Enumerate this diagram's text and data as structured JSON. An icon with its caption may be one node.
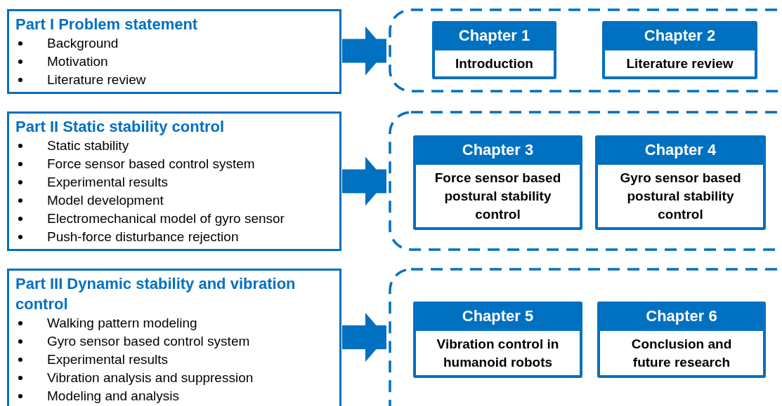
{
  "diagram": {
    "nodes": [
      {
        "text": [
          "Part I Problem statement",
          "Background",
          "Motivation",
          "Literature review"
        ]
      },
      {
        "text": [],
        "shape": "box"
      },
      {
        "text": [
          "Chapter 1",
          "Introduction"
        ],
        "in": 1
      },
      {
        "text": [
          "Chapter 2",
          "Literature review"
        ],
        "in": 1
      },
      {
        "text": [
          "Part II Static stability control",
          "Static stability",
          "Force sensor based control system",
          "Experimental results",
          "Model development",
          "Electromechanical model of gyro sensor",
          "Push-force disturbance rejection"
        ]
      },
      {
        "text": [],
        "shape": "box"
      },
      {
        "text": [
          "Chapter 3",
          "Force sensor based postural stability control"
        ],
        "in": 5
      },
      {
        "text": [
          "Chapter 4",
          "Gyro sensor based postural stability control"
        ],
        "in": 5
      },
      {
        "text": [
          "Part III Dynamic stability and vibration control",
          "Walking pattern modeling",
          "Gyro sensor based control system",
          "Experimental results",
          "Vibration analysis and suppression",
          "Modeling and analysis"
        ]
      },
      {
        "text": [],
        "shape": "box"
      },
      {
        "text": [
          "Chapter 5",
          "Vibration control in humanoid robots"
        ],
        "in": 9
      },
      {
        "text": [
          "Chapter 6",
          "Conclusion and future research"
        ],
        "in": 9
      }
    ],
    "edges": [
      {
        "from": 0,
        "to": 1,
        "arrow": "to"
      },
      {
        "from": 4,
        "to": 5,
        "arrow": "to"
      },
      {
        "from": 8,
        "to": 9,
        "arrow": "to"
      }
    ]
  }
}
